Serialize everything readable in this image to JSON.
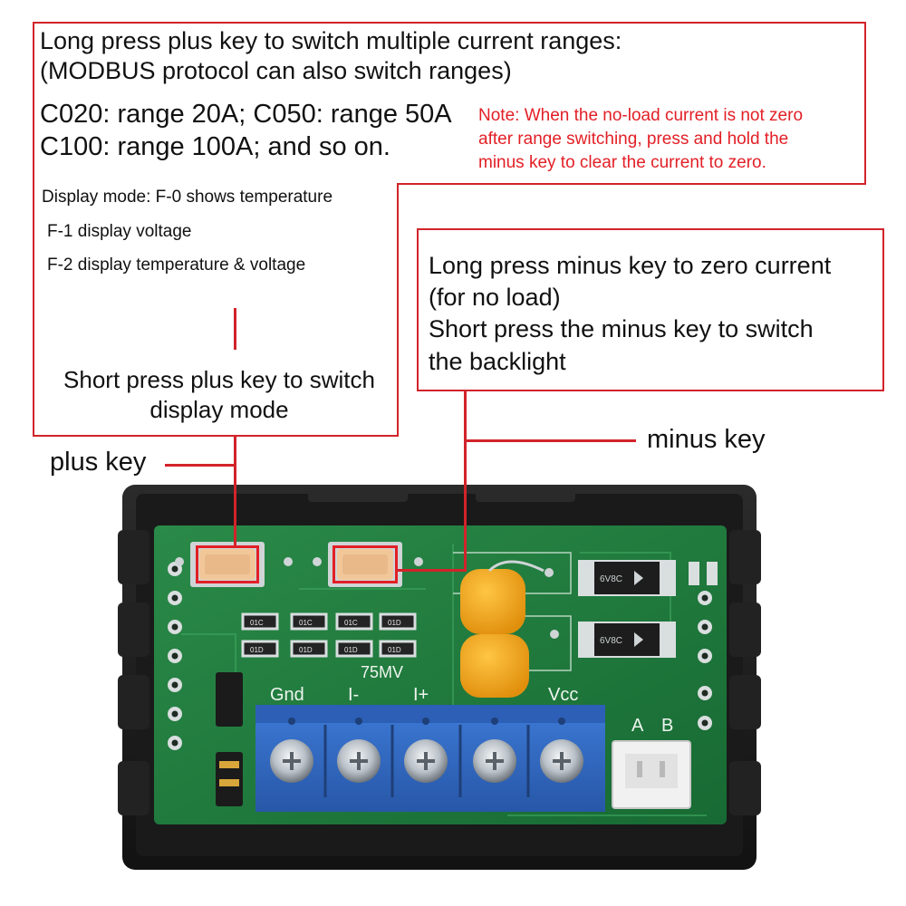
{
  "top_box": {
    "title_line1": "Long press plus key to switch multiple current ranges:",
    "title_line2": "(MODBUS protocol can also switch ranges)",
    "range_line1": "C020: range 20A; C050: range 50A",
    "range_line2": "C100: range 100A; and so on.",
    "display_mode_line0": "Display mode: F-0 shows temperature",
    "display_mode_line1": "F-1 display voltage",
    "display_mode_line2": "F-2 display temperature & voltage",
    "short_press_line1": "Short press plus key to switch",
    "short_press_line2": "display mode"
  },
  "note": {
    "line1": "Note: When the no-load current is not zero",
    "line2": "after range switching, press and hold the",
    "line3": "minus key to clear the current to zero."
  },
  "minus_box": {
    "line1": "Long press minus key to zero current",
    "line2": "(for no load)",
    "line3": "Short press the minus key to switch",
    "line4": "the backlight"
  },
  "labels": {
    "plus_key": "plus key",
    "minus_key": "minus key"
  },
  "board": {
    "silk_75mv": "75MV",
    "terminals": [
      "Gnd",
      "I-",
      "I+",
      "Vcc"
    ],
    "connector_labels": [
      "A",
      "B"
    ],
    "diode_marks": [
      "6V8C",
      "6V8C"
    ],
    "resistor_codes": [
      "01C",
      "01C",
      "01C",
      "01D",
      "01D",
      "01D",
      "01D",
      "01D"
    ]
  },
  "colors": {
    "annotation_red": "#d2232a",
    "pcb_green": "#1f7a3c",
    "terminal_blue": "#2f67c4",
    "capacitor_yellow": "#f2a51b",
    "case_black": "#1b1b1b"
  }
}
